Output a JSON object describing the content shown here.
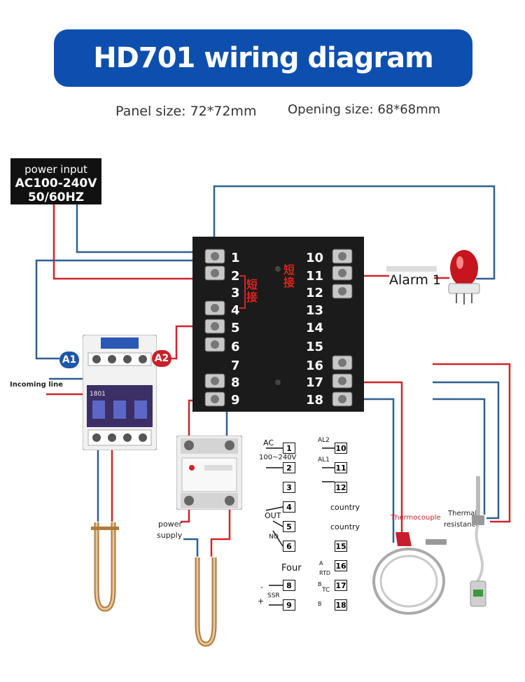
{
  "title": "HD701 wiring diagram",
  "panel_size": "Panel size: 72*72mm",
  "opening_size": "Opening size: 68*68mm",
  "power": {
    "line1": "power input",
    "line2": "AC100-240V",
    "line3": "50/60HZ"
  },
  "terminals_left": [
    "1",
    "2",
    "3",
    "4",
    "5",
    "6",
    "7",
    "8",
    "9"
  ],
  "terminals_right": [
    "10",
    "11",
    "12",
    "13",
    "14",
    "15",
    "16",
    "17",
    "18"
  ],
  "short_label": "短接",
  "alarm_label": "Alarm 1",
  "contactor": {
    "a1": "A1",
    "a2": "A2",
    "incoming": "Incoming line",
    "model": "1801"
  },
  "ssr_power_supply": {
    "line1": "power",
    "line2": "supply"
  },
  "legend": {
    "ac": "AC",
    "ac_range": "100~240V",
    "al2": "AL2",
    "al1": "AL1",
    "out": "OUT",
    "no": "NO",
    "country1": "country",
    "country2": "country",
    "four": "Four",
    "ssr": "SSR",
    "rtd": "RTD",
    "tc": "TC",
    "a": "A",
    "b1": "B",
    "b2": "B",
    "plus": "+",
    "minus": "-",
    "boxes_left": [
      "1",
      "2",
      "3",
      "4",
      "5",
      "6",
      "8",
      "9"
    ],
    "boxes_right": [
      "10",
      "11",
      "12",
      "15",
      "16",
      "17",
      "18"
    ]
  },
  "thermocouple": "Thermocouple",
  "thermal_resistance": {
    "line1": "Thermal",
    "line2": "resistance"
  },
  "colors": {
    "banner": "#0d4fae",
    "red_wire": "#d0242a",
    "blue_wire": "#2f5f8f",
    "badge": "#1d57a8",
    "badge_red": "#c8202a"
  },
  "icons": [
    "alarm-light-icon",
    "contactor-icon",
    "ssr-relay-icon",
    "heater-element-icon",
    "thermocouple-probe-icon",
    "rtd-probe-icon"
  ]
}
